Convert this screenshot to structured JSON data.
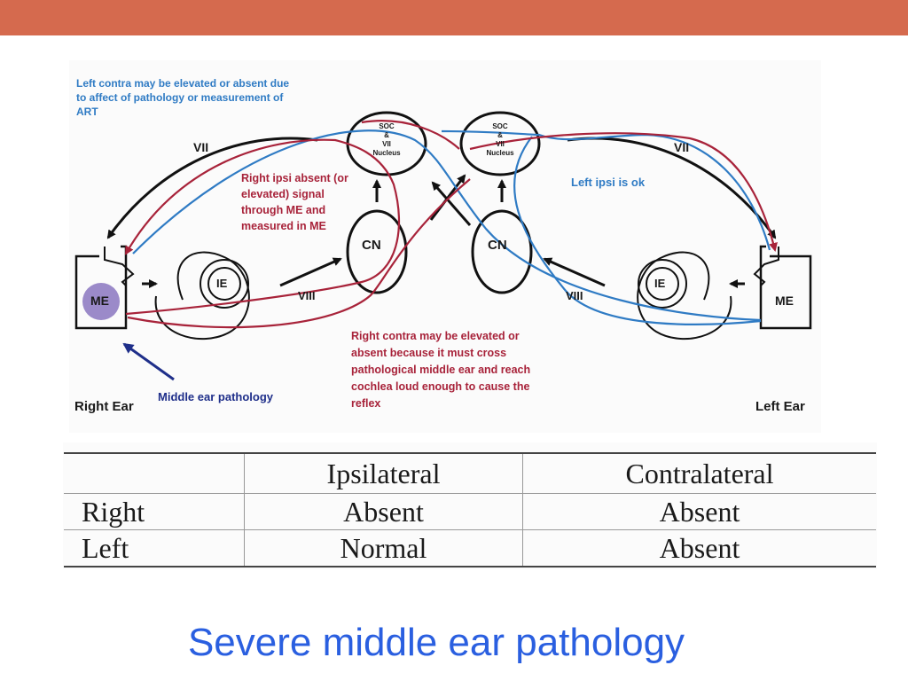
{
  "colors": {
    "top_bar": "#d56a4e",
    "blue_path": "#2f7bc4",
    "red_path": "#a8233a",
    "me_fill": "#9b8ac9",
    "caption": "#2a5fe0"
  },
  "diagram": {
    "notes": {
      "left_contra": "Left contra may be elevated or absent due to affect of pathology or measurement of ART",
      "right_ipsi": "Right ipsi absent (or elevated) signal through ME and measured in ME",
      "left_ipsi": "Left ipsi is ok",
      "right_contra": "Right contra may be elevated or absent because it must cross pathological middle ear and reach cochlea loud enough to cause the reflex",
      "middle_ear_pathology": "Middle ear pathology"
    },
    "labels": {
      "vii": "VII",
      "viii": "VIII",
      "soc": "SOC",
      "amp": "&",
      "vii_small": "VII",
      "nucleus": "Nucleus",
      "cn": "CN",
      "ie": "IE",
      "me": "ME",
      "right_ear": "Right Ear",
      "left_ear": "Left Ear"
    }
  },
  "table": {
    "header": [
      "",
      "Ipsilateral",
      "Contralateral"
    ],
    "rows": [
      [
        "Right",
        "Absent",
        "Absent"
      ],
      [
        "Left",
        "Normal",
        "Absent"
      ]
    ]
  },
  "caption": "Severe middle ear pathology"
}
